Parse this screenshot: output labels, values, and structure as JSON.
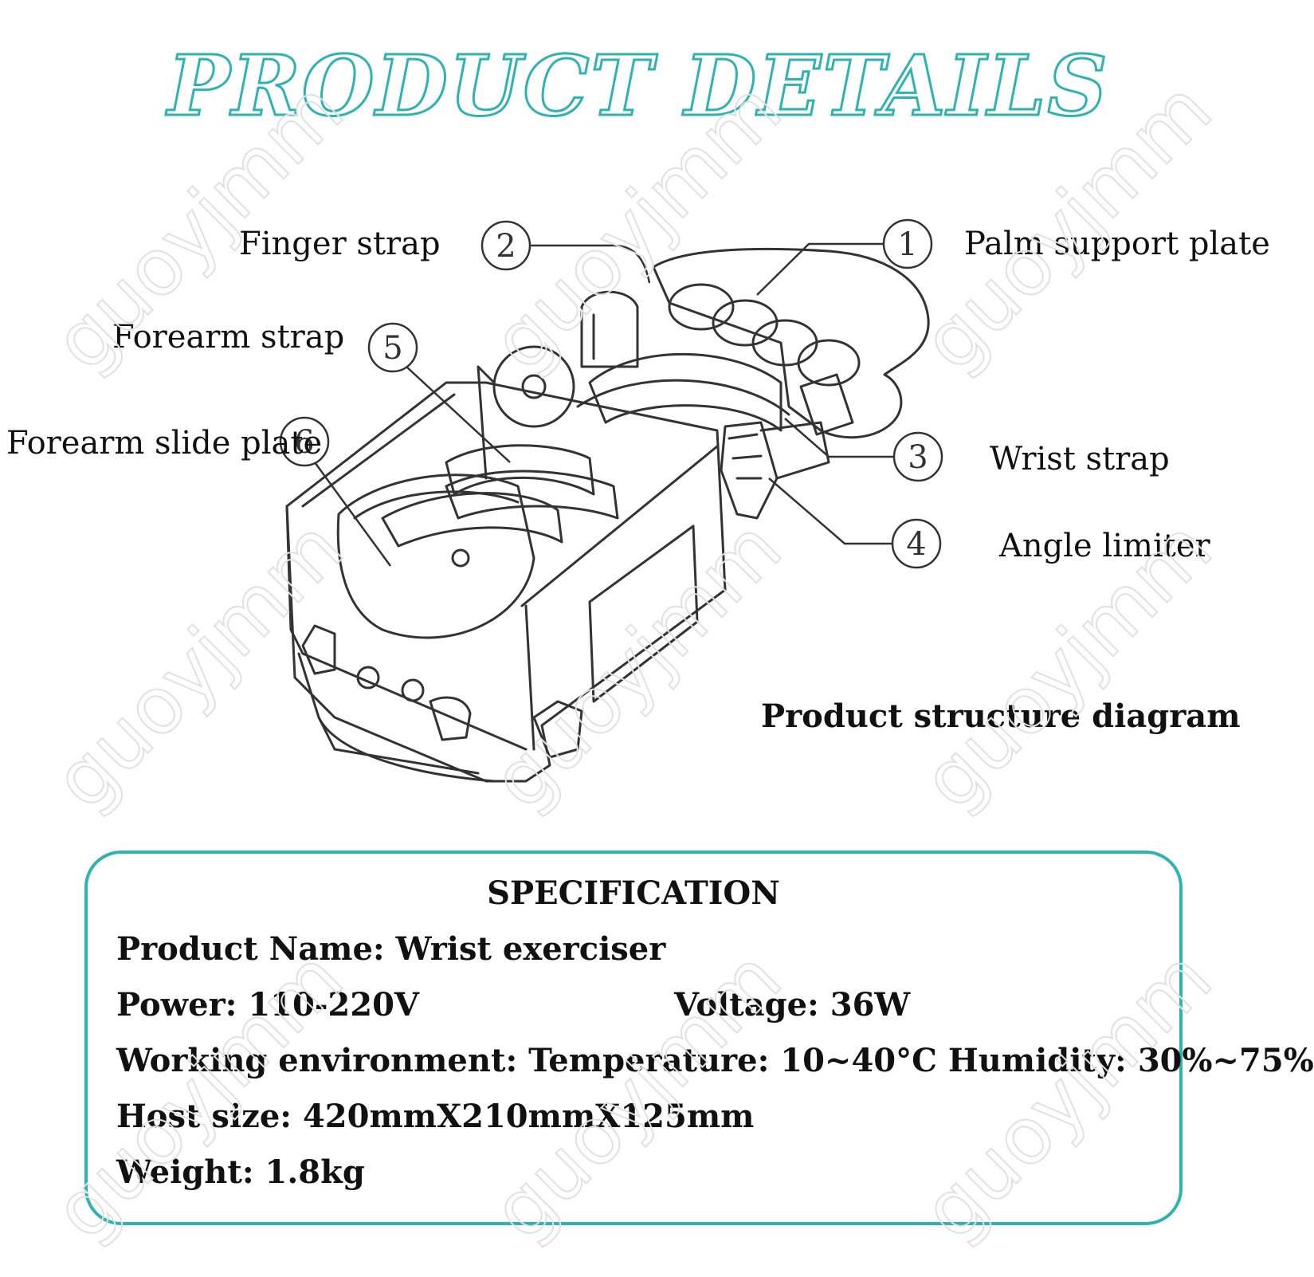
{
  "header": {
    "title": "PRODUCT DETAILS"
  },
  "diagram": {
    "caption": "Product structure diagram",
    "callouts": [
      {
        "number": "1",
        "label": "Palm support plate"
      },
      {
        "number": "2",
        "label": "Finger strap"
      },
      {
        "number": "3",
        "label": "Wrist strap"
      },
      {
        "number": "4",
        "label": "Angle limiter"
      },
      {
        "number": "5",
        "label": "Forearm strap"
      },
      {
        "number": "6",
        "label": "Forearm slide plate"
      }
    ]
  },
  "specification": {
    "title": "SPECIFICATION",
    "product_name": "Product Name: Wrist exerciser",
    "power": "Power: 110-220V",
    "voltage": "Voltage: 36W",
    "working_environment": "Working environment: Temperature: 10~40°C Humidity: 30%~75%",
    "host_size": "Host size: 420mmX210mmX125mm",
    "weight": "Weight: 1.8kg"
  },
  "watermark": {
    "text": "guoyjmm"
  },
  "colors": {
    "accent": "#2db3b0",
    "line": "#333333",
    "watermark": "#e1e1e1"
  }
}
